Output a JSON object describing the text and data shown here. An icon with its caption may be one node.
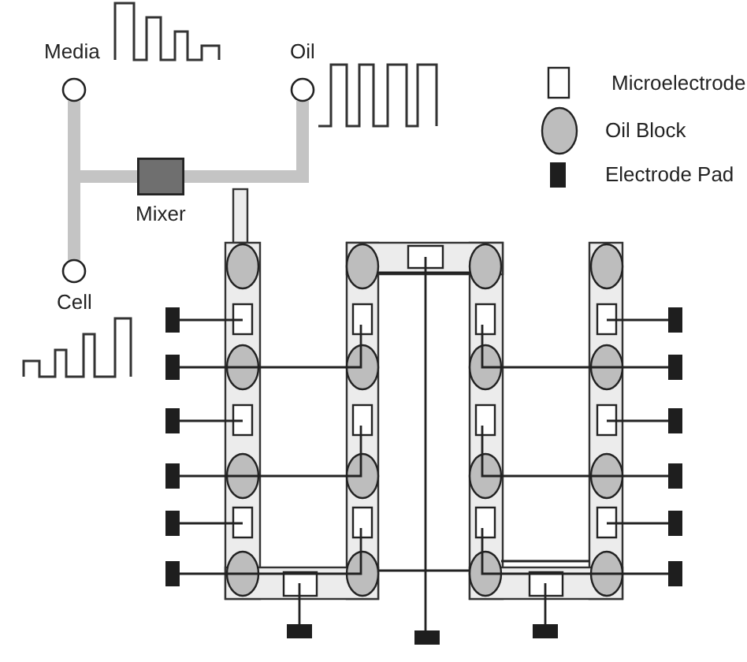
{
  "diagram": {
    "nodes": [
      {
        "text": [
          "Media"
        ]
      },
      {
        "text": [
          "Oil"
        ]
      },
      {
        "text": [
          "Cell"
        ]
      },
      {
        "text": [
          "Mixer"
        ]
      }
    ],
    "edges": [
      {
        "from": 0,
        "to": 3,
        "arrow": "none"
      },
      {
        "from": 2,
        "to": 3,
        "arrow": "none"
      },
      {
        "from": 1,
        "to": 3,
        "arrow": "none"
      }
    ],
    "legend": [
      {
        "text": "Microelectrode"
      },
      {
        "text": "Oil Block"
      },
      {
        "text": "Electrode Pad"
      }
    ]
  }
}
